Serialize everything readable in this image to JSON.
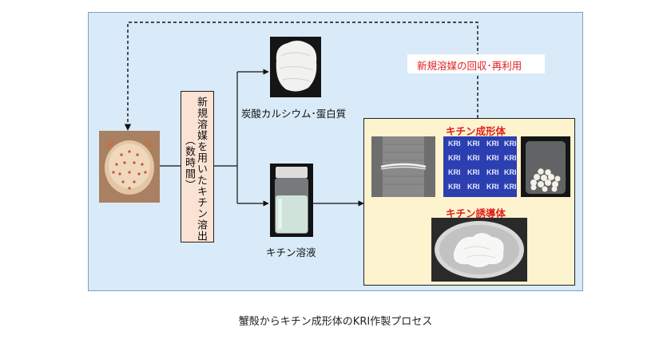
{
  "diagram": {
    "process_box_main": "新規溶媒を用いたキチン溶出",
    "process_box_note": "（数時間）",
    "output_calcium": "炭酸カルシウム･蛋白質",
    "output_solution": "キチン溶液",
    "recycle_label": "新規溶媒の回収･再利用",
    "product_molded": "キチン成形体",
    "product_derivative": "キチン誘導体",
    "fabric_text": [
      "KRI",
      "KRI",
      "KRI",
      "KRI",
      "KRI",
      "KRI",
      "KRI",
      "KRI",
      "KRI",
      "KRI",
      "KRI",
      "KRI",
      "KRI",
      "KRI",
      "KRI",
      "KRI"
    ]
  },
  "caption": "蟹殻からキチン成形体のKRI作製プロセス",
  "colors": {
    "panel_bg": "#d9eaf8",
    "process_box_bg": "#fbe3d4",
    "product_box_bg": "#fdf3cf",
    "accent_red": "#e0201e"
  }
}
